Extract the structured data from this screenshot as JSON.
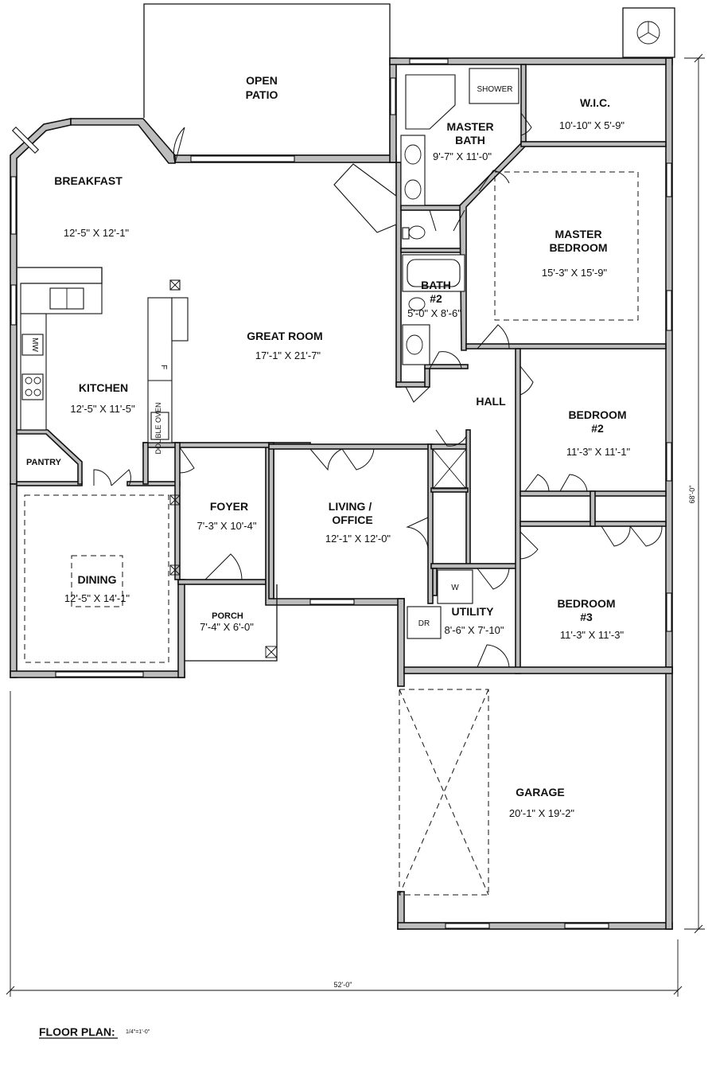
{
  "plan": {
    "title": "FLOOR PLAN:",
    "scale": "1/4\"=1'-0\"",
    "overall_width": "52'-0\"",
    "overall_depth": "68'-0\""
  },
  "rooms": {
    "open_patio": {
      "line1": "OPEN",
      "line2": "PATIO"
    },
    "breakfast": {
      "name": "BREAKFAST",
      "dims": "12'-5\" X 12'-1\""
    },
    "master_bath": {
      "line1": "MASTER",
      "line2": "BATH",
      "dims": "9'-7\" X 11'-0\""
    },
    "wic": {
      "name": "W.I.C.",
      "dims": "10'-10\" X 5'-9\""
    },
    "master_bedroom": {
      "line1": "MASTER",
      "line2": "BEDROOM",
      "dims": "15'-3\" X 15'-9\""
    },
    "great_room": {
      "name": "GREAT ROOM",
      "dims": "17'-1\" X 21'-7\""
    },
    "bath2": {
      "line1": "BATH",
      "line2": "#2",
      "dims": "5'-0\" X 8'-6\""
    },
    "kitchen": {
      "name": "KITCHEN",
      "dims": "12'-5\" X 11'-5\""
    },
    "hall": {
      "name": "HALL"
    },
    "bedroom2": {
      "line1": "BEDROOM",
      "line2": "#2",
      "dims": "11'-3\" X 11'-1\""
    },
    "pantry": {
      "name": "PANTRY"
    },
    "foyer": {
      "name": "FOYER",
      "dims": "7'-3\" X 10'-4\""
    },
    "living_office": {
      "line1": "LIVING /",
      "line2": "OFFICE",
      "dims": "12'-1\" X 12'-0\""
    },
    "dining": {
      "name": "DINING",
      "dims": "12'-5\" X 14'-1\""
    },
    "porch": {
      "name": "PORCH",
      "dims": "7'-4\" X 6'-0\""
    },
    "utility": {
      "name": "UTILITY",
      "dims": "8'-6\" X 7'-10\""
    },
    "bedroom3": {
      "line1": "BEDROOM",
      "line2": "#3",
      "dims": "11'-3\" X 11'-3\""
    },
    "garage": {
      "name": "GARAGE",
      "dims": "20'-1\" X 19'-2\""
    }
  },
  "fixtures": {
    "shower": "SHOWER",
    "washer": "W",
    "dryer": "DR",
    "microwave": "MW",
    "fridge": "F",
    "double_oven": "DOUBLE OVEN"
  }
}
